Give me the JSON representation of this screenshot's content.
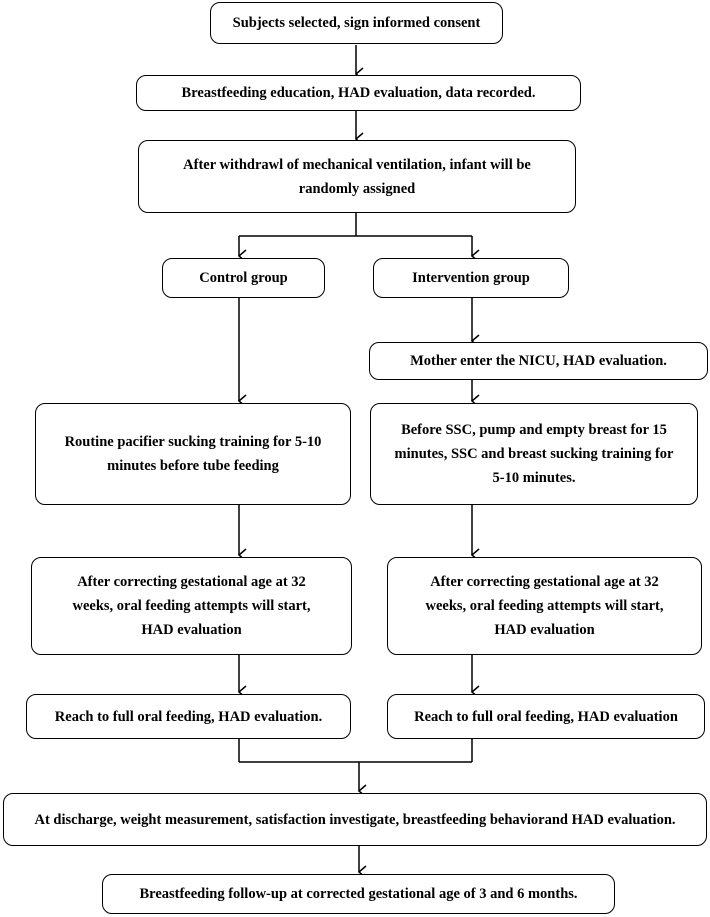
{
  "flowchart": {
    "consent": "Subjects selected, sign informed consent",
    "education": "Breastfeeding education, HAD evaluation, data recorded.",
    "randomized": "After withdrawl of mechanical ventilation, infant will be randomly assigned",
    "control_group": "Control group",
    "intervention_group": "Intervention group",
    "mother_enter": "Mother enter the NICU, HAD evaluation.",
    "control_training": "Routine pacifier sucking training for 5-10 minutes before tube feeding",
    "intervention_training": "Before SSC, pump and empty breast for 15 minutes, SSC and breast sucking training for 5-10 minutes.",
    "control_oral_start": "After correcting gestational age at 32 weeks, oral feeding attempts will start, HAD evaluation",
    "intervention_oral_start": "After correcting gestational age at 32 weeks, oral feeding attempts will start, HAD evaluation",
    "control_full_oral": "Reach to full oral feeding, HAD evaluation.",
    "intervention_full_oral": "Reach to full oral feeding, HAD evaluation",
    "discharge": "At discharge, weight measurement, satisfaction investigate, breastfeeding behaviorand HAD evaluation.",
    "follow_up": "Breastfeeding follow-up at corrected gestational age of 3 and 6 months."
  }
}
